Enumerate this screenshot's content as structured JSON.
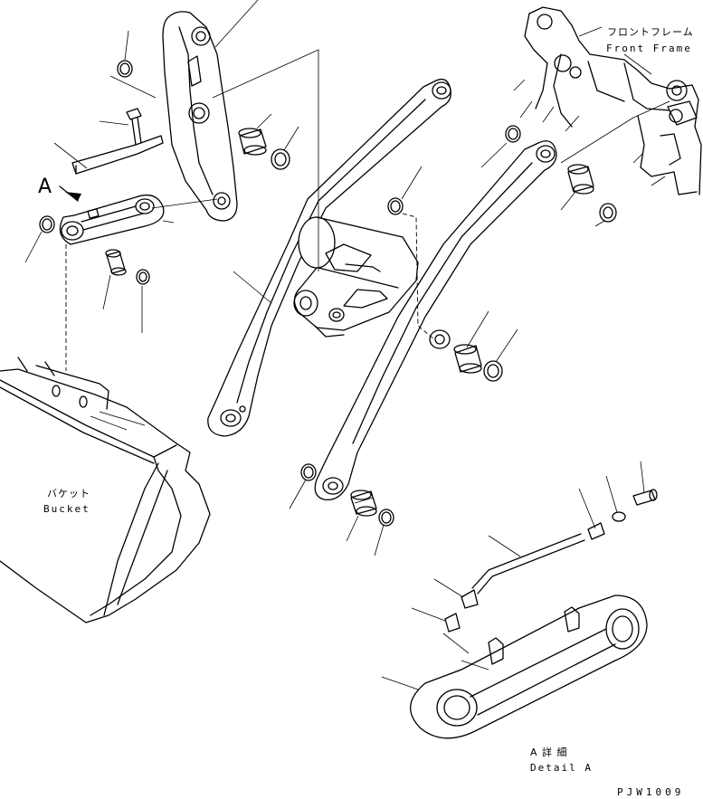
{
  "labels": {
    "front_frame_jp": "フロントフレーム",
    "front_frame_en": "Front Frame",
    "bucket_jp": "バケット",
    "bucket_en": "Bucket",
    "view_marker": "A",
    "detail_jp": "A 詳 細",
    "detail_en": "Detail A",
    "drawing_code": "PJW1009"
  }
}
